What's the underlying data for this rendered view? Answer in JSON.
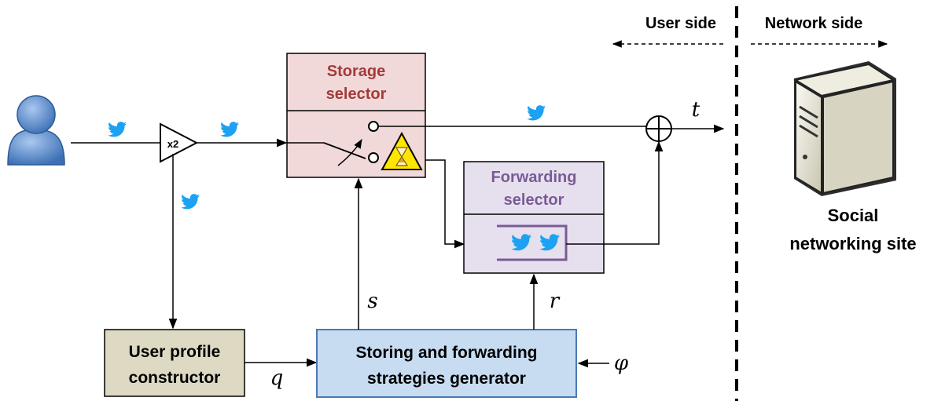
{
  "header": {
    "user_side": "User side",
    "network_side": "Network side"
  },
  "blocks": {
    "storage_selector": {
      "line1": "Storage",
      "line2": "selector"
    },
    "forwarding_selector": {
      "line1": "Forwarding",
      "line2": "selector"
    },
    "user_profile_constructor": {
      "line1": "User profile",
      "line2": "constructor"
    },
    "strategies_generator": {
      "line1": "Storing and forwarding",
      "line2": "strategies generator"
    },
    "amplifier": {
      "label": "x2"
    }
  },
  "signals": {
    "t": "t",
    "s": "s",
    "r": "r",
    "q": "q",
    "phi": "φ"
  },
  "site": {
    "line1": "Social",
    "line2": "networking site"
  },
  "colors": {
    "storage_fill": "#f2d9d9",
    "storage_text": "#a33a3a",
    "forwarding_fill": "#e6e0ee",
    "forwarding_text": "#7a5a96",
    "profile_fill": "#ddd9c3",
    "generator_fill": "#c7dbf1",
    "generator_stroke": "#4a79b3",
    "twitter_blue": "#1da1f2"
  },
  "icons": [
    "user-icon",
    "twitter-bird-icon",
    "hourglass-warning-icon",
    "server-icon"
  ]
}
